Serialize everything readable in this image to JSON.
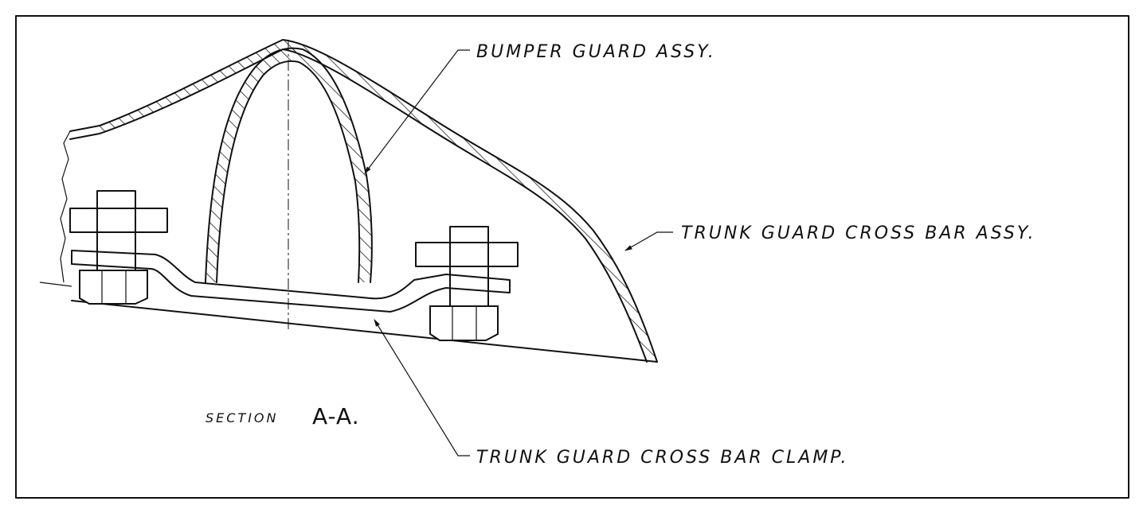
{
  "labels": {
    "bumper_guard": "BUMPER GUARD ASSY.",
    "trunk_guard_cross_bar": "TRUNK GUARD CROSS BAR ASSY.",
    "trunk_guard_clamp": "TRUNK GUARD CROSS BAR CLAMP.",
    "section_prefix": "SECTION",
    "section_id": "A-A."
  },
  "colors": {
    "ink": "#111111",
    "paper": "#ffffff"
  }
}
